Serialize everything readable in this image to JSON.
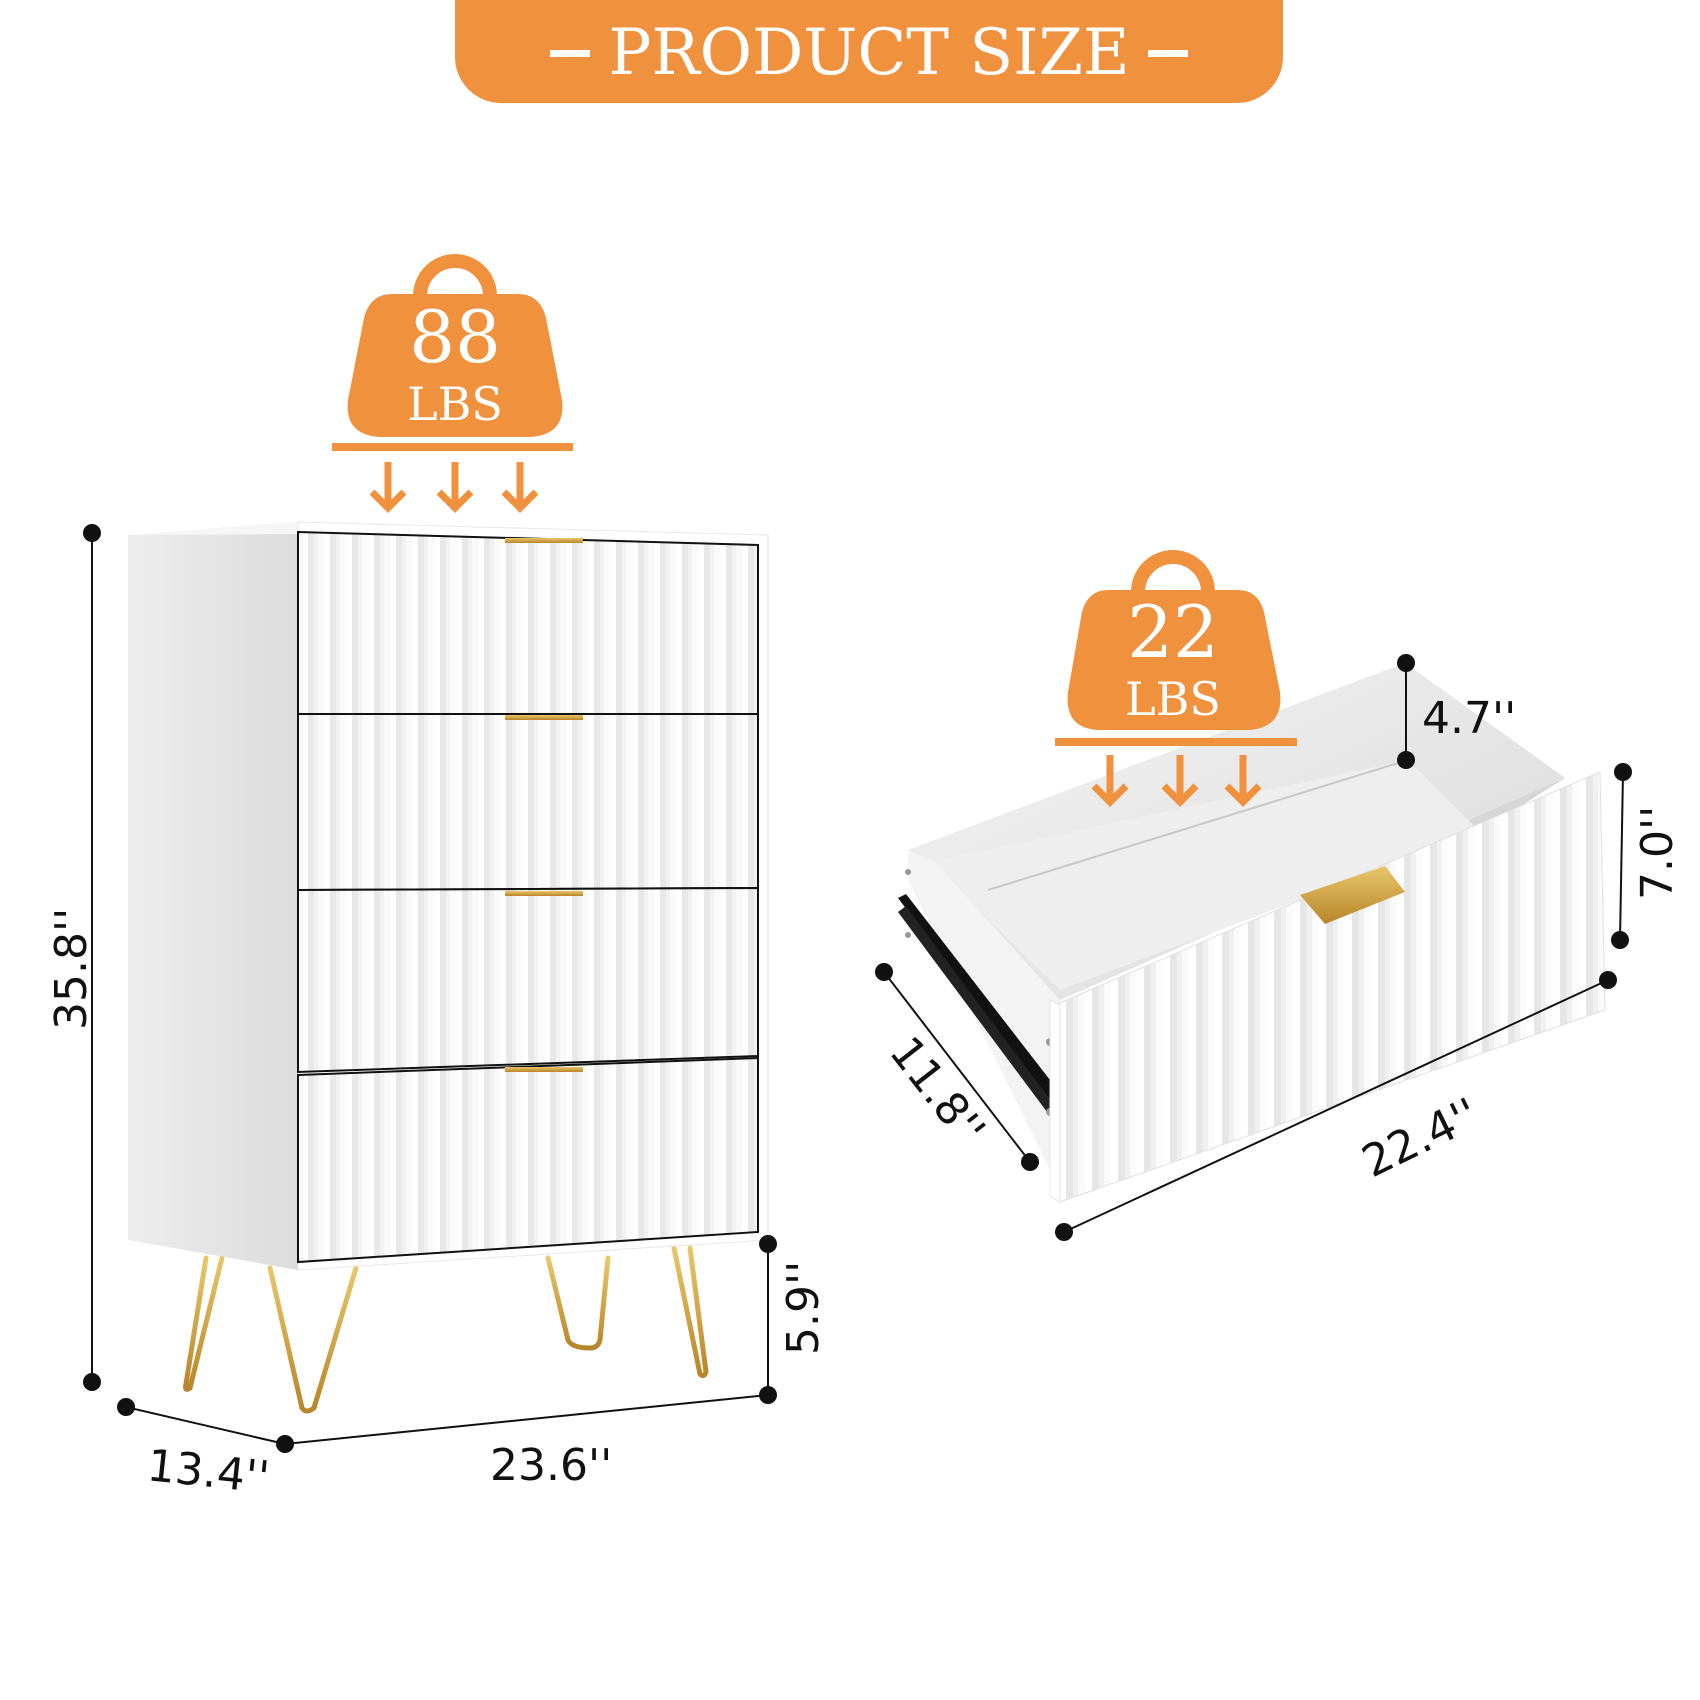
{
  "header": {
    "title": "PRODUCT SIZE",
    "dash": "–"
  },
  "colors": {
    "accent_orange": "#F0913E",
    "furniture_white": "#FFFFFF",
    "side_gray": "#E3E3E3",
    "gold": "#C9A13B",
    "dimension_line": "#111111"
  },
  "dresser": {
    "load": {
      "value": "88",
      "unit": "LBS",
      "icon": "weight-bag-icon"
    },
    "drawer_count": 4,
    "dimensions": {
      "height": "35.8''",
      "depth": "13.4''",
      "width": "23.6''",
      "leg_height": "5.9''"
    }
  },
  "drawer": {
    "load": {
      "value": "22",
      "unit": "LBS",
      "icon": "weight-bag-icon"
    },
    "dimensions": {
      "inner_depth": "4.7''",
      "front_height": "7.0''",
      "depth": "11.8''",
      "width": "22.4''"
    }
  }
}
